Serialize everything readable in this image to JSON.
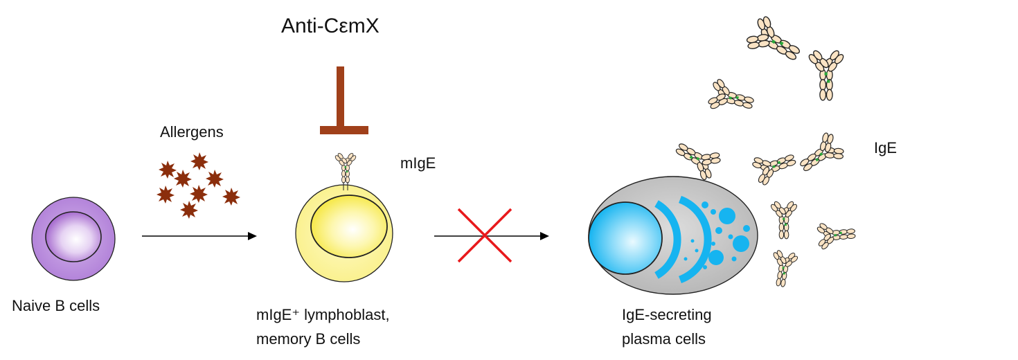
{
  "title": "Anti-CεmX",
  "labels": {
    "allergens": "Allergens",
    "migE": "mIgE",
    "ige": "IgE",
    "naive": "Naive B cells",
    "lymphoblast_line1": "mIgE⁺ lymphoblast,",
    "lymphoblast_line2": "memory B cells",
    "plasma_line1": "IgE-secreting",
    "plasma_line2": "plasma cells"
  },
  "colors": {
    "inhibitor": "#a0401a",
    "allergen": "#8b2e0c",
    "block_cross": "#e8191c",
    "naive_cell": "#9b59c8",
    "lymphoblast": "#fbf28a",
    "plasma_cytoplasm": "#bfbfbf",
    "plasma_nucleus": "#16b4f0",
    "antibody_fill": "#fae3c4",
    "antibody_dot": "#2aa83a"
  },
  "stages": [
    {
      "name": "Naive B cells"
    },
    {
      "name": "mIgE⁺ lymphoblast, memory B cells"
    },
    {
      "name": "IgE-secreting plasma cells"
    }
  ],
  "transitions": [
    {
      "from": "Naive B cells",
      "to": "mIgE⁺ lymphoblast, memory B cells",
      "via": "Allergens",
      "blocked": false
    },
    {
      "from": "mIgE⁺ lymphoblast, memory B cells",
      "to": "IgE-secreting plasma cells",
      "blocked": true
    }
  ],
  "inhibitor_target": "mIgE"
}
